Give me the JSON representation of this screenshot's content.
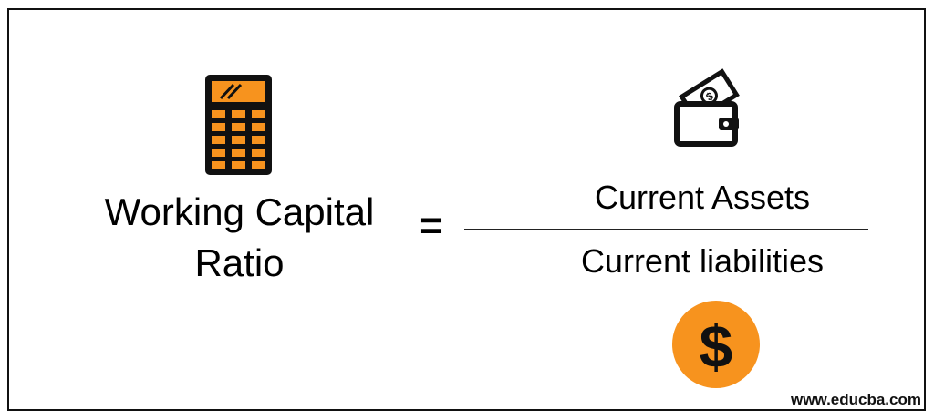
{
  "formula": {
    "lhs_line1": "Working Capital",
    "lhs_line2": "Ratio",
    "operator": "=",
    "numerator": "Current Assets",
    "denominator": "Current liabilities"
  },
  "icons": {
    "calculator": "calculator-icon",
    "wallet": "wallet-icon",
    "dollar_coin": "dollar-coin-icon",
    "coin_symbol": "$"
  },
  "colors": {
    "accent": "#f7931e",
    "ink": "#111111"
  },
  "watermark": "www.educba.com"
}
